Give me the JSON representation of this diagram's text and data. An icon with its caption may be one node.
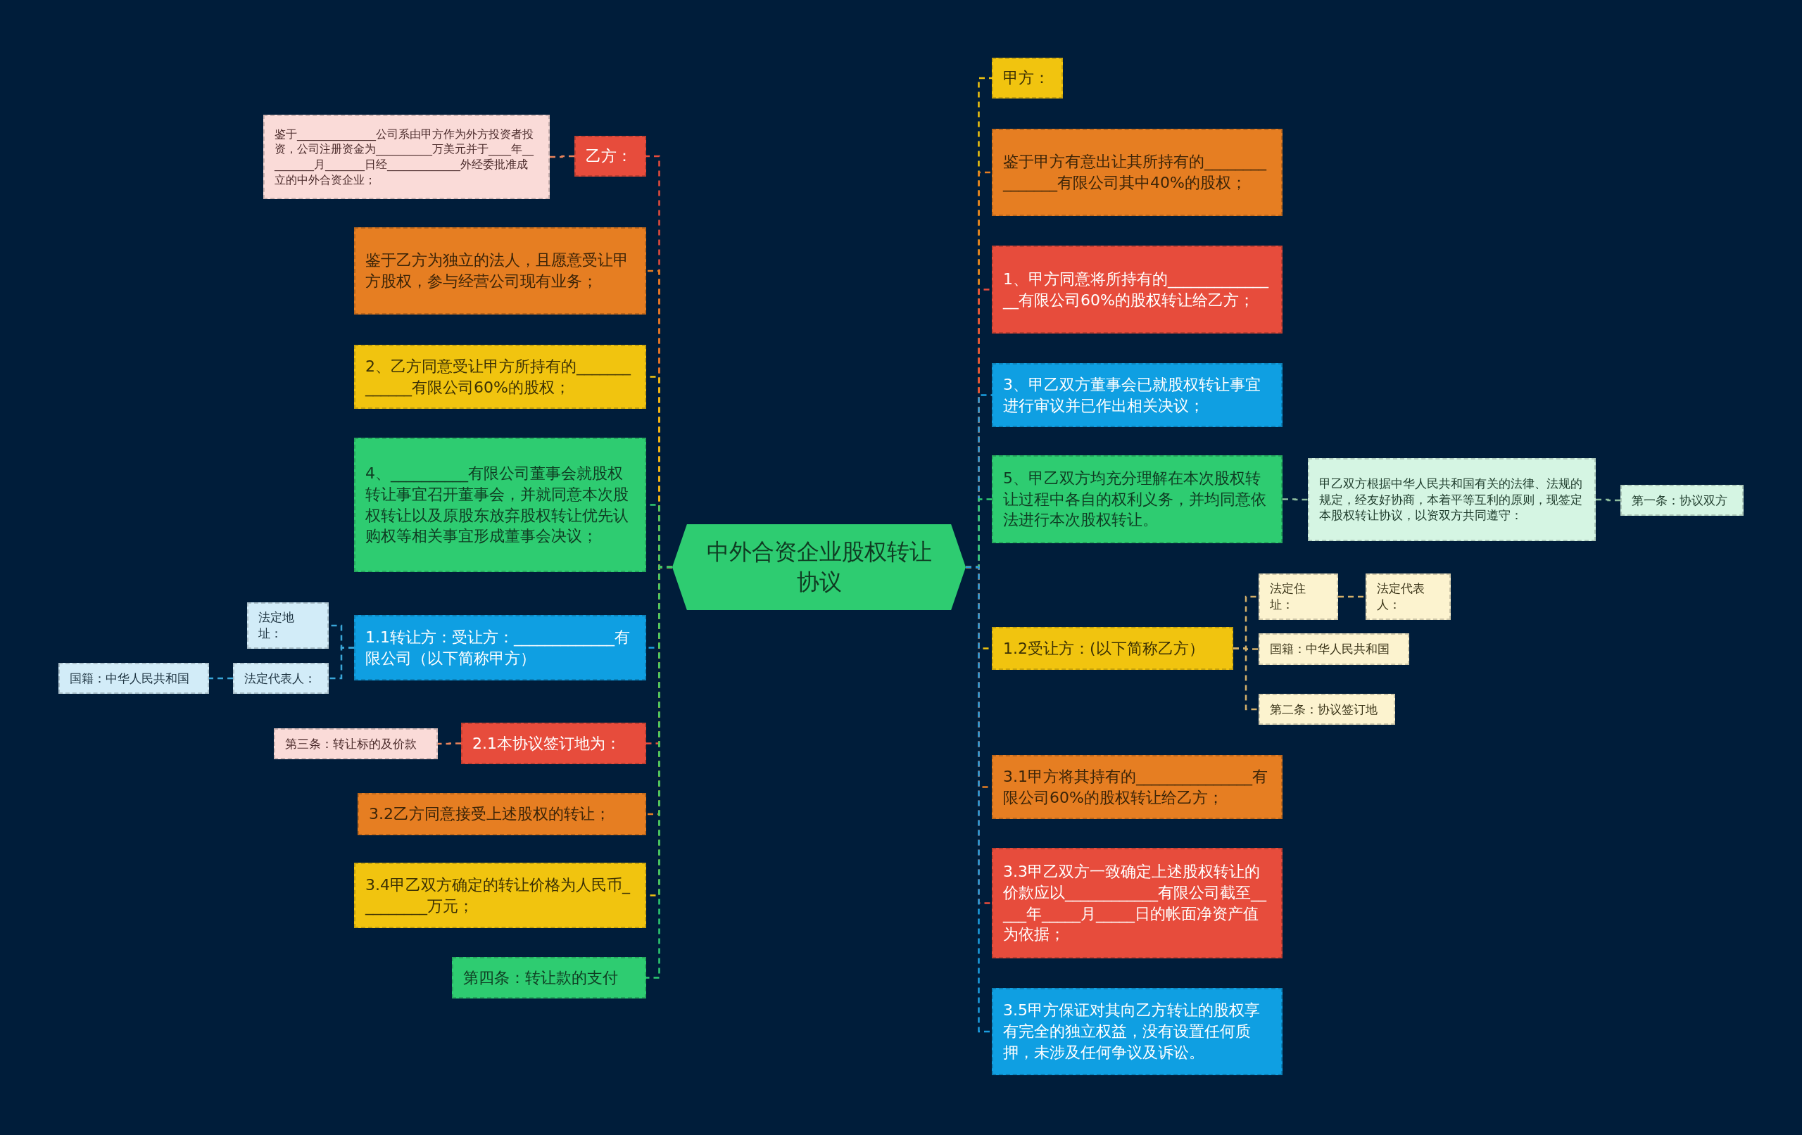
{
  "diagram": {
    "nodes": [
      {
        "text": [
          "中外合资企业股权转让协议"
        ]
      },
      {
        "text": [
          "乙方："
        ]
      },
      {
        "text": [
          "鉴于______________公司系由甲方作为外方投资者投资，公司注册资金为__________万美元并于____年_________月_______日经_____________外经委批准成立的中外合资企业；"
        ]
      },
      {
        "text": [
          "鉴于乙方为独立的法人，且愿意受让甲方股权，参与经营公司现有业务；"
        ]
      },
      {
        "text": [
          "2、乙方同意受让甲方所持有的_____________有限公司60%的股权；"
        ]
      },
      {
        "text": [
          "4、__________有限公司董事会就股权转让事宜召开董事会，并就同意本次股权转让以及原股东放弃股权转让优先认购权等相关事宜形成董事会决议；"
        ]
      },
      {
        "text": [
          "1.1转让方：受让方：_____________有限公司（以下简称甲方）"
        ]
      },
      {
        "text": [
          "法定地址："
        ]
      },
      {
        "text": [
          "法定代表人："
        ]
      },
      {
        "text": [
          "国籍：中华人民共和国"
        ]
      },
      {
        "text": [
          "2.1本协议签订地为："
        ]
      },
      {
        "text": [
          "第三条：转让标的及价款"
        ]
      },
      {
        "text": [
          "3.2乙方同意接受上述股权的转让；"
        ]
      },
      {
        "text": [
          "3.4甲乙双方确定的转让价格为人民币_________万元；"
        ]
      },
      {
        "text": [
          "第四条：转让款的支付"
        ]
      },
      {
        "text": [
          "甲方："
        ]
      },
      {
        "text": [
          "鉴于甲方有意出让其所持有的_______________有限公司其中40%的股权；"
        ]
      },
      {
        "text": [
          "1、甲方同意将所持有的_______________有限公司60%的股权转让给乙方；"
        ]
      },
      {
        "text": [
          "3、甲乙双方董事会已就股权转让事宜进行审议并已作出相关决议；"
        ]
      },
      {
        "text": [
          "5、甲乙双方均充分理解在本次股权转让过程中各自的权利义务，并均同意依法进行本次股权转让。"
        ]
      },
      {
        "text": [
          "甲乙双方根据中华人民共和国有关的法律、法规的规定，经友好协商，本着平等互利的原则，现签定本股权转让协议，以资双方共同遵守："
        ]
      },
      {
        "text": [
          "第一条：协议双方"
        ]
      },
      {
        "text": [
          "1.2受让方：(以下简称乙方）"
        ]
      },
      {
        "text": [
          "法定住址："
        ]
      },
      {
        "text": [
          "法定代表人："
        ]
      },
      {
        "text": [
          "国籍：中华人民共和国"
        ]
      },
      {
        "text": [
          "第二条：协议签订地"
        ]
      },
      {
        "text": [
          "3.1甲方将其持有的_______________有限公司60%的股权转让给乙方；"
        ]
      },
      {
        "text": [
          "3.3甲乙双方一致确定上述股权转让的价款应以____________有限公司截至_____年_____月_____日的帐面净资产值为依据；"
        ]
      },
      {
        "text": [
          "3.5甲方保证对其向乙方转让的股权享有完全的独立权益，没有设置任何质押，未涉及任何争议及诉讼。"
        ]
      }
    ],
    "edges": [
      {
        "from": 0,
        "to": 1,
        "arrow": "none",
        "style": "dashed",
        "color": "#e74c3c"
      },
      {
        "from": 1,
        "to": 2,
        "arrow": "none",
        "style": "dashed",
        "color": "#e8845c"
      },
      {
        "from": 0,
        "to": 3,
        "arrow": "none",
        "style": "dashed",
        "color": "#e67e22"
      },
      {
        "from": 0,
        "to": 4,
        "arrow": "none",
        "style": "dashed",
        "color": "#f1c40f"
      },
      {
        "from": 0,
        "to": 5,
        "arrow": "none",
        "style": "dashed",
        "color": "#2ecc71"
      },
      {
        "from": 0,
        "to": 6,
        "arrow": "none",
        "style": "dashed",
        "color": "#1b9ee0"
      },
      {
        "from": 6,
        "to": 7,
        "arrow": "none",
        "style": "dashed",
        "color": "#3aa6d8"
      },
      {
        "from": 6,
        "to": 8,
        "arrow": "none",
        "style": "dashed",
        "color": "#3aa6d8"
      },
      {
        "from": 8,
        "to": 9,
        "arrow": "none",
        "style": "dashed",
        "color": "#3aa6d8"
      },
      {
        "from": 0,
        "to": 10,
        "arrow": "none",
        "style": "dashed",
        "color": "#e74c3c"
      },
      {
        "from": 10,
        "to": 11,
        "arrow": "none",
        "style": "dashed",
        "color": "#e8845c"
      },
      {
        "from": 0,
        "to": 12,
        "arrow": "none",
        "style": "dashed",
        "color": "#e67e22"
      },
      {
        "from": 0,
        "to": 13,
        "arrow": "none",
        "style": "dashed",
        "color": "#f1c40f"
      },
      {
        "from": 0,
        "to": 14,
        "arrow": "none",
        "style": "dashed",
        "color": "#2ecc71"
      },
      {
        "from": 0,
        "to": 15,
        "arrow": "none",
        "style": "dashed",
        "color": "#f1c40f"
      },
      {
        "from": 0,
        "to": 16,
        "arrow": "none",
        "style": "dashed",
        "color": "#e67e22"
      },
      {
        "from": 0,
        "to": 17,
        "arrow": "none",
        "style": "dashed",
        "color": "#e74c3c"
      },
      {
        "from": 0,
        "to": 18,
        "arrow": "none",
        "style": "dashed",
        "color": "#1b9ee0"
      },
      {
        "from": 0,
        "to": 19,
        "arrow": "none",
        "style": "dashed",
        "color": "#2ecc71"
      },
      {
        "from": 19,
        "to": 20,
        "arrow": "none",
        "style": "dashed",
        "color": "#8fbf9f"
      },
      {
        "from": 20,
        "to": 21,
        "arrow": "none",
        "style": "dashed",
        "color": "#8fbf9f"
      },
      {
        "from": 0,
        "to": 22,
        "arrow": "none",
        "style": "dashed",
        "color": "#f1c40f"
      },
      {
        "from": 22,
        "to": 23,
        "arrow": "none",
        "style": "dashed",
        "color": "#d4b06a"
      },
      {
        "from": 23,
        "to": 24,
        "arrow": "none",
        "style": "dashed",
        "color": "#d4b06a"
      },
      {
        "from": 22,
        "to": 25,
        "arrow": "none",
        "style": "dashed",
        "color": "#d4b06a"
      },
      {
        "from": 22,
        "to": 26,
        "arrow": "none",
        "style": "dashed",
        "color": "#d4b06a"
      },
      {
        "from": 0,
        "to": 27,
        "arrow": "none",
        "style": "dashed",
        "color": "#e67e22"
      },
      {
        "from": 0,
        "to": 28,
        "arrow": "none",
        "style": "dashed",
        "color": "#e74c3c"
      },
      {
        "from": 0,
        "to": 29,
        "arrow": "none",
        "style": "dashed",
        "color": "#1b9ee0"
      }
    ]
  }
}
